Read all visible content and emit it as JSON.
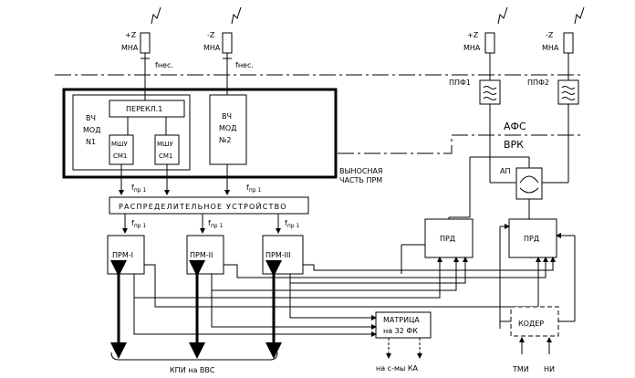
{
  "antennas": {
    "ant1": {
      "top": "+Z",
      "bottom": "МНА"
    },
    "ant2": {
      "top": "-Z",
      "bottom": "МНА"
    },
    "ant3": {
      "top": "+Z",
      "bottom": "МНА"
    },
    "ant4": {
      "top": "-Z",
      "bottom": "МНА"
    }
  },
  "freq_carrier": "fнес.",
  "ppf1": "ППФ1",
  "ppf2": "ППФ2",
  "hf_module1": {
    "l1": "ВЧ",
    "l2": "МОД",
    "l3": "N1"
  },
  "hf_module2": {
    "l1": "ВЧ",
    "l2": "МОД",
    "l3": "№2"
  },
  "switch": "ПЕРЕКЛ.1",
  "lna1": {
    "l1": "МШУ",
    "l2": "СМ1"
  },
  "lna2": {
    "l1": "МШУ",
    "l2": "СМ1"
  },
  "remote_label": {
    "l1": "ВЫНОСНАЯ",
    "l2": "ЧАСТЬ ПРМ"
  },
  "afs": "АФС",
  "vrk": "ВРК",
  "ap": "АП",
  "f_int": {
    "f": "f",
    "sub": "пр 1"
  },
  "distributor": "РАСПРЕДЕЛИТЕЛЬНОЕ УСТРОЙСТВО",
  "receivers": [
    "ПРМ-I",
    "ПРМ-II",
    "ПРМ-III"
  ],
  "transmitters": [
    "ПРД",
    "ПРД"
  ],
  "matrix": {
    "l1": "МАТРИЦА",
    "l2": "на 32 ФК"
  },
  "coder": "КОДЕР",
  "kpi": "КПИ на ВВС",
  "ka": "на с-мы КА",
  "tmi": "ТМИ",
  "ni": "НИ"
}
